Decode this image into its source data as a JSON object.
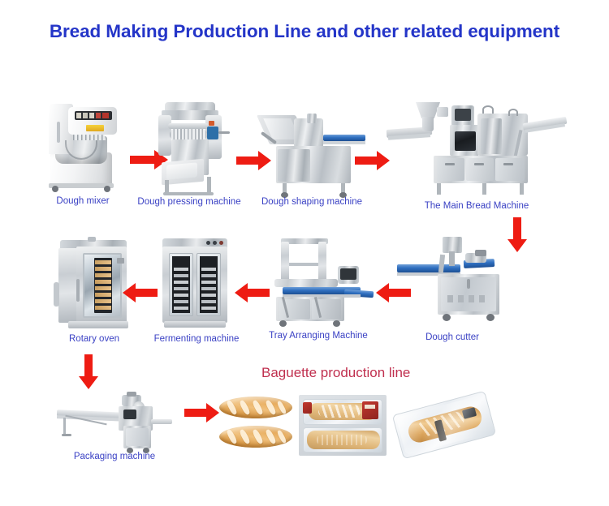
{
  "page": {
    "title": "Bread Making Production Line and other related equipment",
    "section_title": "Baguette production line",
    "colors": {
      "title_blue": "#2435c8",
      "caption_blue": "#3a41c4",
      "section_red": "#c0304f",
      "arrow_red": "#ee1c13",
      "background": "#ffffff"
    }
  },
  "flow": {
    "row1": [
      {
        "id": "dough-mixer",
        "label": "Dough mixer",
        "icon": "spiral-mixer-image"
      },
      {
        "id": "dough-pressing-machine",
        "label": "Dough pressing machine",
        "icon": "dough-press-image"
      },
      {
        "id": "dough-shaping-machine",
        "label": "Dough shaping machine",
        "icon": "dough-shaper-image"
      },
      {
        "id": "main-bread-machine",
        "label": "The Main Bread Machine",
        "icon": "bread-production-machine-image"
      }
    ],
    "row2": [
      {
        "id": "rotary-oven",
        "label": "Rotary oven",
        "icon": "rotary-oven-image"
      },
      {
        "id": "fermenting-machine",
        "label": "Fermenting machine",
        "icon": "proofer-cabinet-image"
      },
      {
        "id": "tray-arranging-machine",
        "label": "Tray Arranging Machine",
        "icon": "tray-arranger-image"
      },
      {
        "id": "dough-cutter",
        "label": "Dough cutter",
        "icon": "dough-cutter-image"
      }
    ],
    "row3": [
      {
        "id": "packaging-machine",
        "label": "Packaging machine",
        "icon": "flow-wrapper-image"
      }
    ],
    "products": [
      {
        "id": "baked-baguettes",
        "label": "",
        "icon": "two-baguettes-image"
      },
      {
        "id": "packaged-breads-tray",
        "label": "",
        "icon": "wrapped-breads-tray-image"
      },
      {
        "id": "wrapped-baguette",
        "label": "",
        "icon": "single-wrapped-baguette-image"
      }
    ],
    "arrows": [
      {
        "id": "arrow-mixer-to-press",
        "direction": "right"
      },
      {
        "id": "arrow-press-to-shaper",
        "direction": "right"
      },
      {
        "id": "arrow-shaper-to-main",
        "direction": "right"
      },
      {
        "id": "arrow-main-to-cutter",
        "direction": "down"
      },
      {
        "id": "arrow-cutter-to-tray",
        "direction": "left"
      },
      {
        "id": "arrow-tray-to-fermenter",
        "direction": "left"
      },
      {
        "id": "arrow-fermenter-to-oven",
        "direction": "left"
      },
      {
        "id": "arrow-oven-to-packaging",
        "direction": "down"
      },
      {
        "id": "arrow-packaging-to-products",
        "direction": "right"
      }
    ]
  }
}
